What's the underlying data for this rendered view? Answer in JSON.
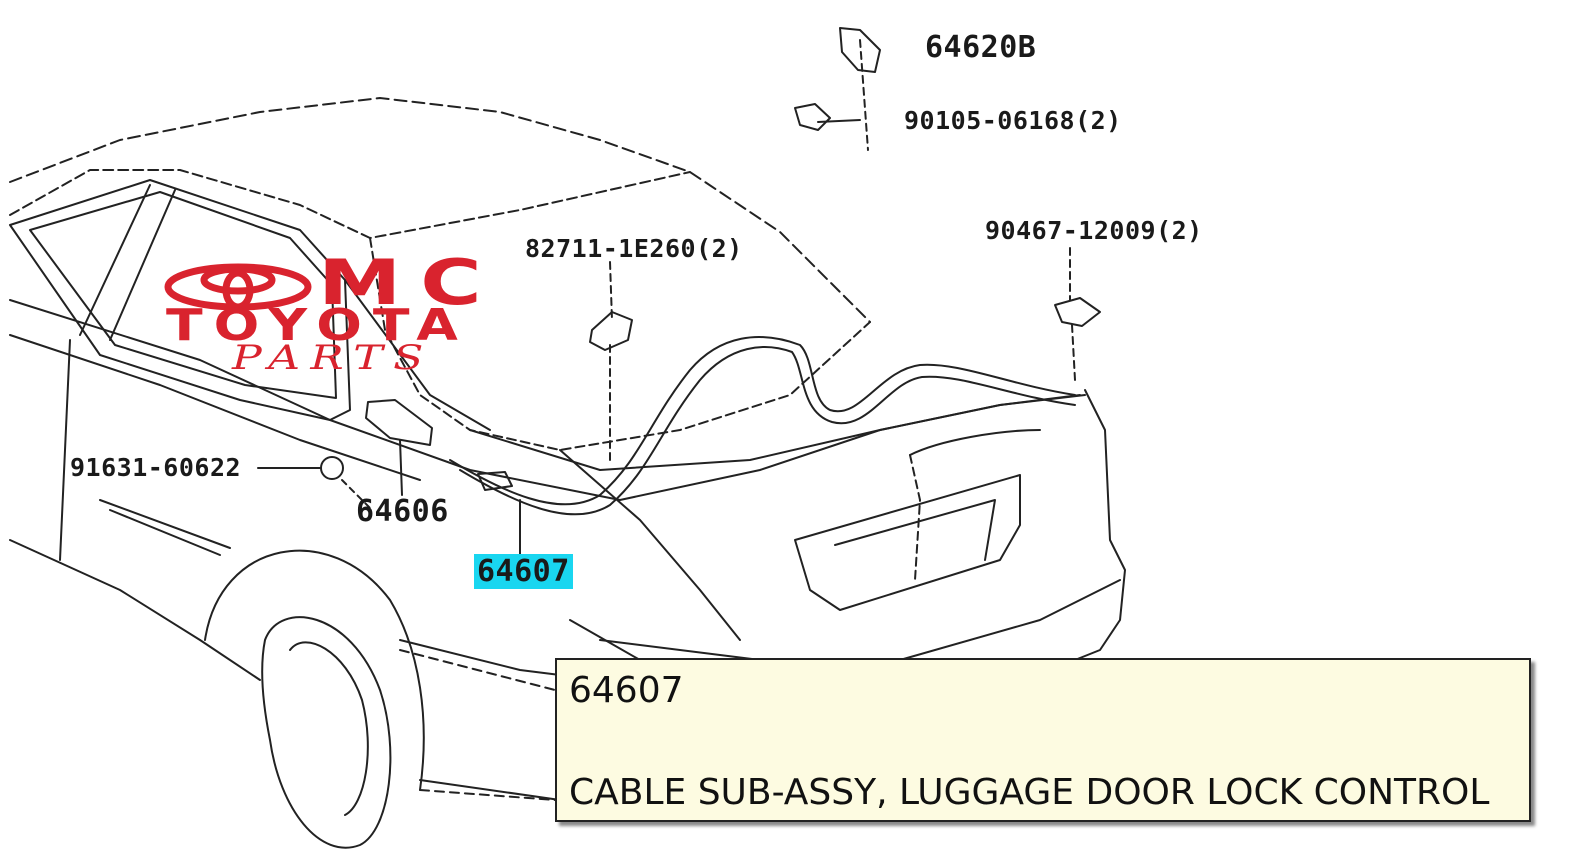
{
  "watermark": {
    "brand": "MC",
    "name": "TOYOTA",
    "tagline": "PARTS",
    "color": "#d9232e"
  },
  "parts": [
    {
      "id": "64620B",
      "label": "64620B"
    },
    {
      "id": "90105-06168",
      "label": "90105-06168(2)"
    },
    {
      "id": "90467-12009",
      "label": "90467-12009(2)"
    },
    {
      "id": "82711-1E260",
      "label": "82711-1E260(2)"
    },
    {
      "id": "91631-60622",
      "label": "91631-60622"
    },
    {
      "id": "64606",
      "label": "64606"
    },
    {
      "id": "64607",
      "label": "64607",
      "highlighted": true
    }
  ],
  "highlight_color": "#19d6f0",
  "tooltip": {
    "code": "64607",
    "description": "CABLE SUB-ASSY, LUGGAGE DOOR LOCK CONTROL",
    "background": "#fdfbe1"
  }
}
